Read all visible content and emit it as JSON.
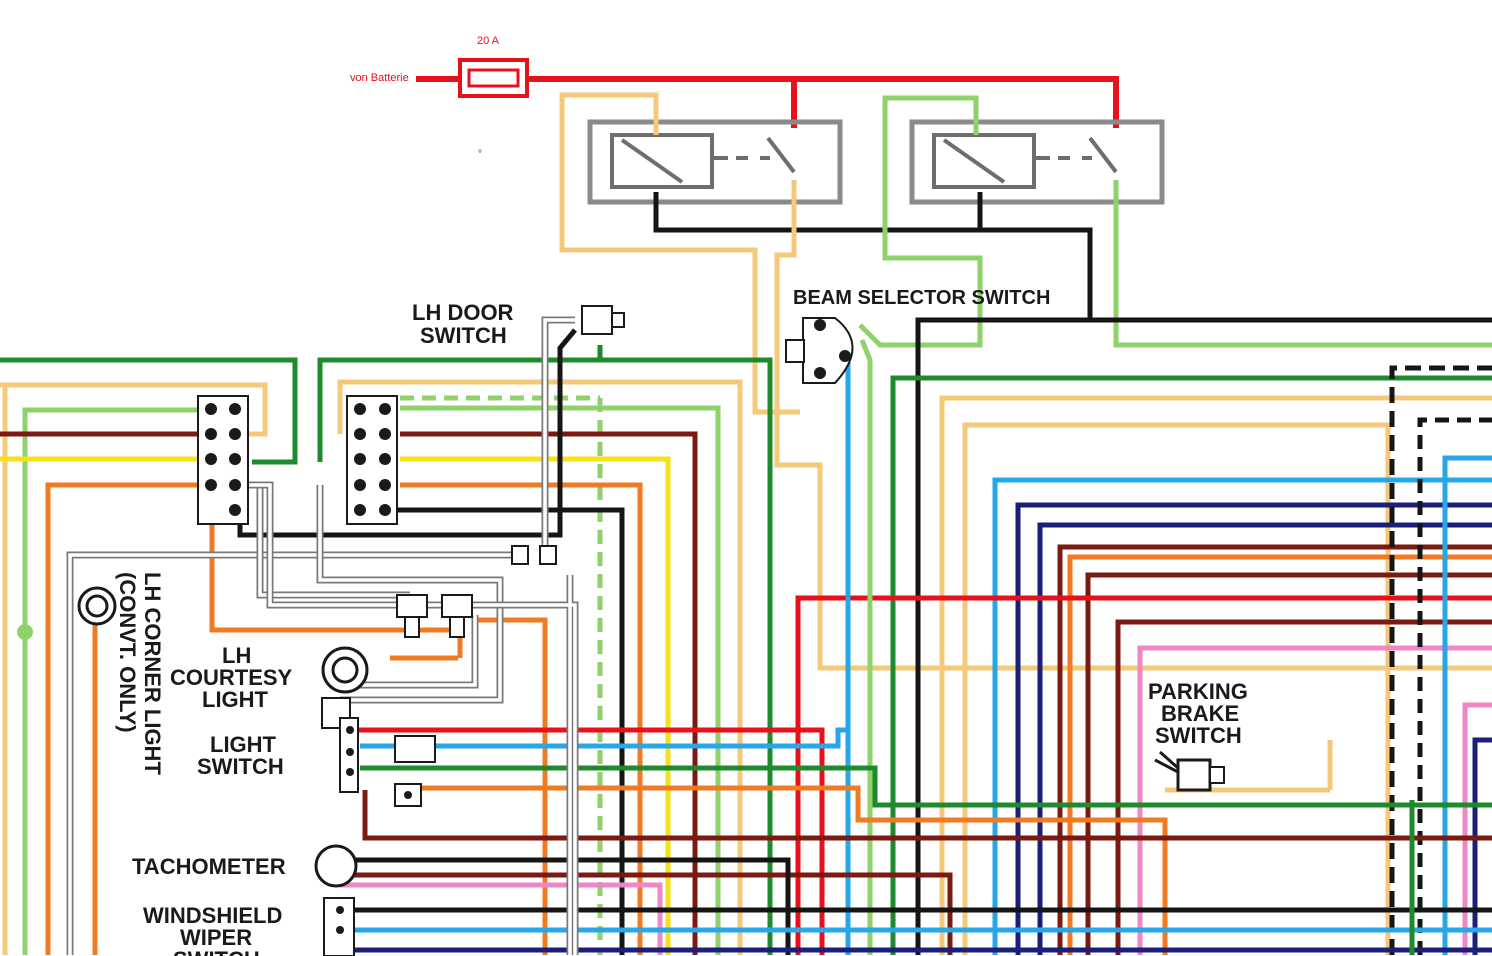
{
  "labels": {
    "fuse_rating": "20 A",
    "battery_source": "von Batterie",
    "lh_door_switch_1": "LH DOOR",
    "lh_door_switch_2": "SWITCH",
    "beam_selector_switch": "BEAM SELECTOR SWITCH",
    "lh_corner_light_1": "LH CORNER LIGHT",
    "lh_corner_light_2": "(CONVT. ONLY)",
    "lh_courtesy_light_1": "LH",
    "lh_courtesy_light_2": "COURTESY",
    "lh_courtesy_light_3": "LIGHT",
    "light_switch_1": "LIGHT",
    "light_switch_2": "SWITCH",
    "parking_brake_1": "PARKING",
    "parking_brake_2": "BRAKE",
    "parking_brake_3": "SWITCH",
    "tachometer": "TACHOMETER",
    "windshield_wiper_1": "WINDSHIELD",
    "windshield_wiper_2": "WIPER",
    "windshield_wiper_3": "SWITCH",
    "stray_mark": "°"
  },
  "colors": {
    "red": "#e8111b",
    "dark_red": "#7a1a10",
    "orange": "#f07b22",
    "tan": "#f6c97a",
    "yellow": "#f7e21a",
    "light_green": "#8fd16a",
    "dark_green": "#1f8a2c",
    "blue": "#27a6e8",
    "dark_blue": "#1a1f7a",
    "black": "#151515",
    "pink": "#ee86c8",
    "gray": "#8a8a8a"
  }
}
